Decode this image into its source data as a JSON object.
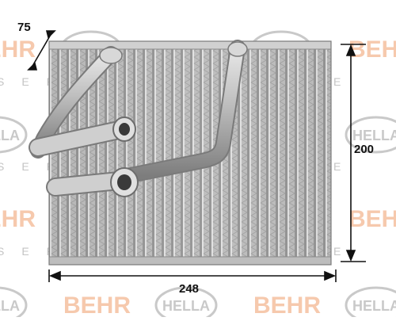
{
  "dimensions": {
    "depth_label": "75",
    "height_label": "200",
    "width_label": "248"
  },
  "watermark": {
    "brand_a": "BEHR",
    "brand_b": "HELLA",
    "service_text": "SERVICE",
    "brand_a_color": "#f6c9ad",
    "brand_b_color": "#c9c9c9"
  },
  "product": {
    "body_color": "#b8b8b8",
    "pipe_color": "#c4c4c4"
  }
}
